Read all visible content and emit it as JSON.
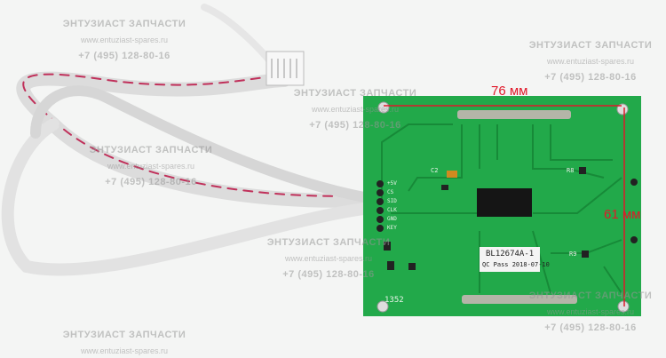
{
  "watermark": {
    "title": "ЭНТУЗИАСТ ЗАПЧАСТИ",
    "site": "www.entuziast-spares.ru",
    "phone": "+7 (495) 128-80-16"
  },
  "measurements": {
    "width": "76 мм",
    "height": "61 мм"
  },
  "board": {
    "label_part": "BL12674A-1",
    "label_qc": "QC Pass 2018-07-10",
    "silkscreen_number": "1352",
    "pins": [
      "+5V",
      "CS",
      "SID",
      "CLK",
      "GND",
      "KEY"
    ],
    "cap_label": "C2",
    "r_labels": [
      "R8",
      "R9"
    ]
  },
  "colors": {
    "pcb": "#22a94a",
    "measure": "#e0192a",
    "cable_stripe": "#c0305a"
  }
}
